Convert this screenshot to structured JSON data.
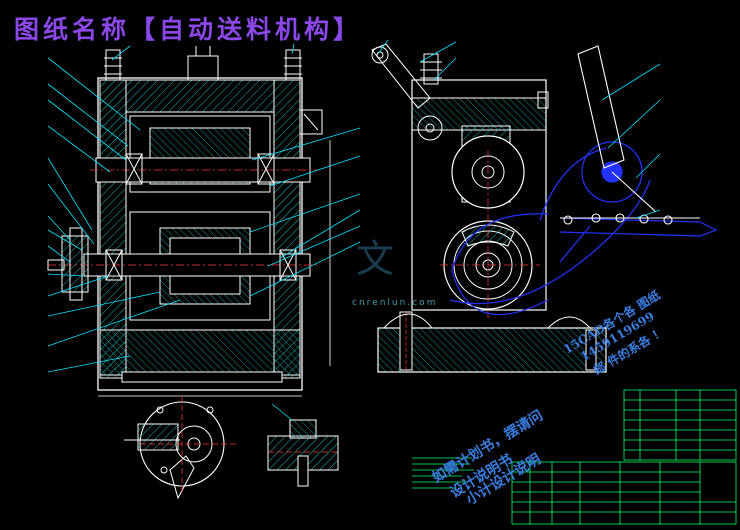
{
  "drawing": {
    "title": "图纸名称【自动送料机构】",
    "watermark_lines": [
      "如需计划书，摆请问",
      "设计说明书",
      "小计设计说明",
      "15CAD各个各 图纸",
      "1459119699",
      "邮 件的系各 ！"
    ],
    "watermark_site": "cnrenlun.com",
    "logo_glyph": "文",
    "colors": {
      "background": "#000000",
      "outline": "#ffffff",
      "leader": "#00e5ff",
      "hatch": "#16b5b5",
      "mechanism": "#2233ff",
      "title": "#8a48e8",
      "watermark": "#3a7de0",
      "table_lines": "#00ff66"
    }
  }
}
